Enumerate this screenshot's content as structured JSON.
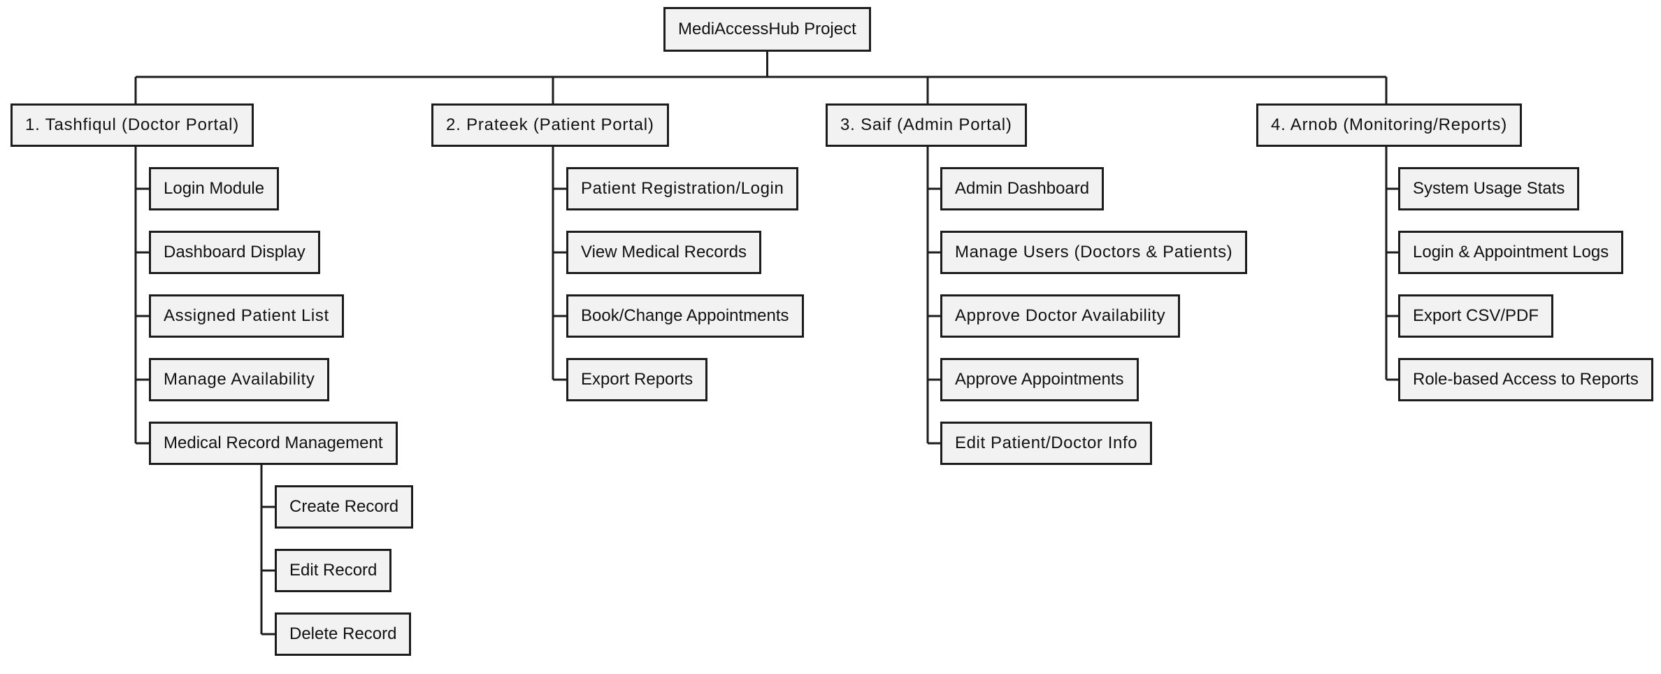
{
  "root": {
    "label": "MediAccessHub Project"
  },
  "portals": [
    {
      "label": "1. Tashfiqul (Doctor Portal)",
      "items": [
        {
          "label": "Login Module",
          "children": []
        },
        {
          "label": "Dashboard Display",
          "children": []
        },
        {
          "label": "Assigned Patient List",
          "children": []
        },
        {
          "label": "Manage Availability",
          "children": []
        },
        {
          "label": "Medical Record Management",
          "children": [
            {
              "label": "Create Record"
            },
            {
              "label": "Edit Record"
            },
            {
              "label": "Delete Record"
            }
          ]
        }
      ]
    },
    {
      "label": "2. Prateek (Patient Portal)",
      "items": [
        {
          "label": "Patient Registration/Login",
          "children": []
        },
        {
          "label": "View Medical Records",
          "children": []
        },
        {
          "label": "Book/Change Appointments",
          "children": []
        },
        {
          "label": "Export Reports",
          "children": []
        }
      ]
    },
    {
      "label": "3. Saif (Admin Portal)",
      "items": [
        {
          "label": "Admin Dashboard",
          "children": []
        },
        {
          "label": "Manage Users (Doctors & Patients)",
          "children": []
        },
        {
          "label": "Approve Doctor Availability",
          "children": []
        },
        {
          "label": "Approve Appointments",
          "children": []
        },
        {
          "label": "Edit Patient/Doctor Info",
          "children": []
        }
      ]
    },
    {
      "label": "4. Arnob (Monitoring/Reports)",
      "items": [
        {
          "label": "System Usage Stats",
          "children": []
        },
        {
          "label": "Login & Appointment Logs",
          "children": []
        },
        {
          "label": "Export CSV/PDF",
          "children": []
        },
        {
          "label": "Role-based Access to Reports",
          "children": []
        }
      ]
    }
  ],
  "colors": {
    "box_fill": "#f2f2f2",
    "box_border": "#1c1c1c",
    "line": "#1c1c1c",
    "text": "#111111"
  }
}
